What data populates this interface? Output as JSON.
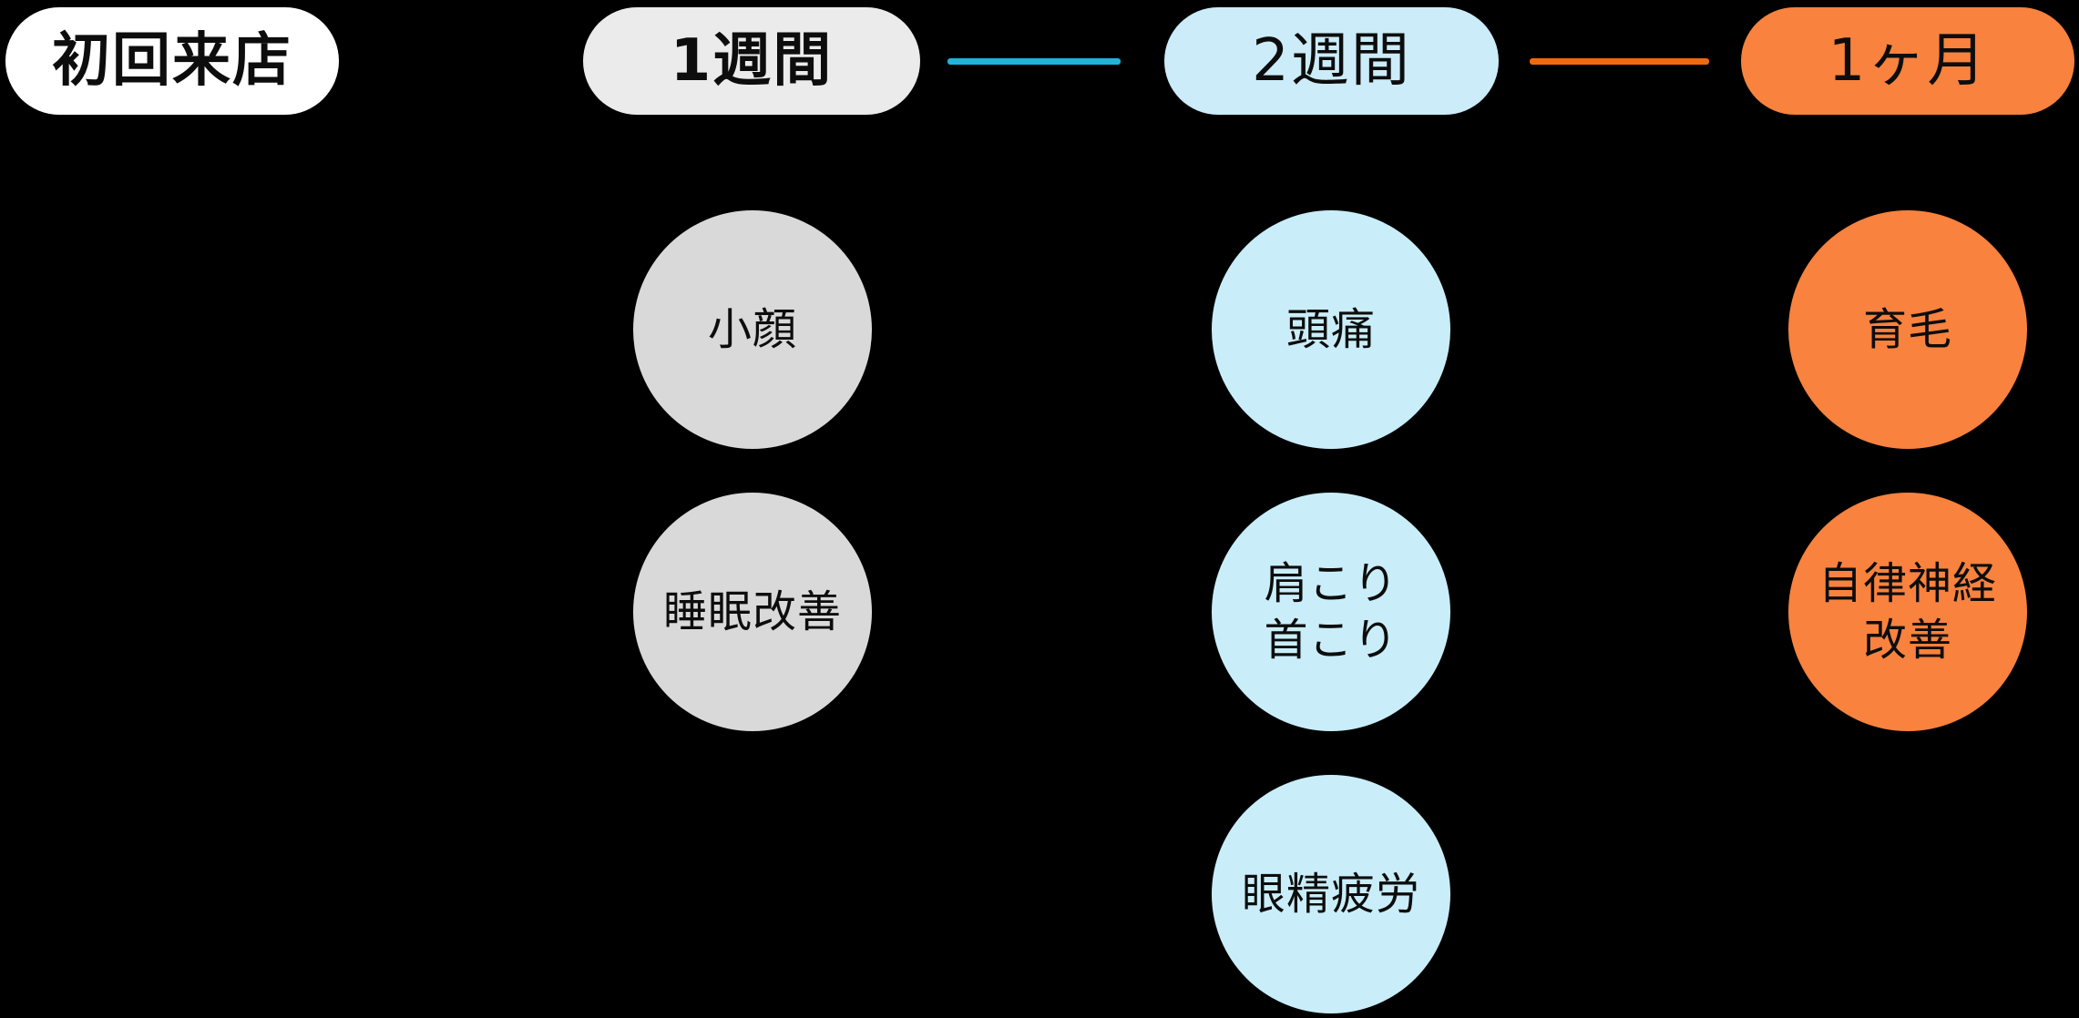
{
  "colors": {
    "background": "#000000",
    "start_pill_fill": "#ffffff",
    "stage1_pill_fill": "#ebebeb",
    "stage1_node_fill": "#d9d9d9",
    "stage2_pill_fill": "#cbecf8",
    "stage2_node_fill": "#c9eefa",
    "stage3_pill_fill": "#f8823e",
    "stage3_node_fill": "#f8823e",
    "connector_1_color": "#1fb4da",
    "connector_2_color": "#f2690d",
    "text_color": "#0d0d0d"
  },
  "start_pill": {
    "label": "初回来店"
  },
  "stages": [
    {
      "label": "1週間",
      "items": [
        "小顔",
        "睡眠改善"
      ]
    },
    {
      "label": "2週間",
      "items": [
        "頭痛",
        "肩こり\n首こり",
        "眼精疲労"
      ]
    },
    {
      "label": "1ヶ月",
      "items": [
        "育毛",
        "自律神経\n改善"
      ]
    }
  ],
  "connectors": [
    {
      "from": "1週間",
      "to": "2週間"
    },
    {
      "from": "2週間",
      "to": "1ヶ月"
    }
  ]
}
